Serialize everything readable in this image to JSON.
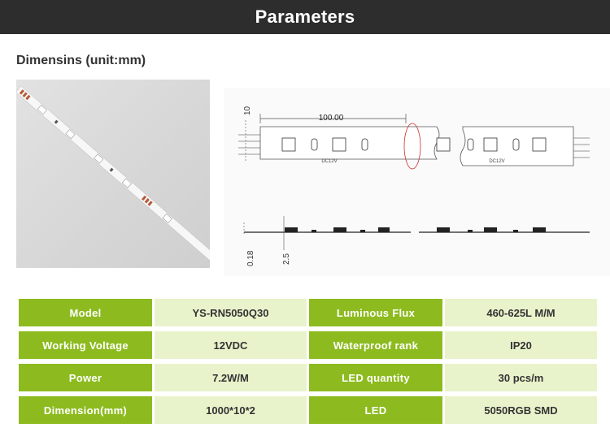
{
  "header": {
    "title": "Parameters"
  },
  "section": {
    "title": "Dimensins (unit:mm)"
  },
  "drawing": {
    "length_label": "100.00",
    "width_label": "10",
    "thickness_label": "0.18",
    "height_label": "2.5",
    "voltage_mark": "DC12V"
  },
  "colors": {
    "header_bg": "#2d2d2d",
    "key_cell": "#8dbb1f",
    "value_cell": "#e9f3cb"
  },
  "specs": [
    {
      "k1": "Model",
      "v1": "YS-RN5050Q30",
      "k2": "Luminous Flux",
      "v2": "460-625L M/M"
    },
    {
      "k1": "Working Voltage",
      "v1": "12VDC",
      "k2": "Waterproof rank",
      "v2": "IP20"
    },
    {
      "k1": "Power",
      "v1": "7.2W/M",
      "k2": "LED quantity",
      "v2": "30 pcs/m"
    },
    {
      "k1": "Dimension(mm)",
      "v1": "1000*10*2",
      "k2": "LED",
      "v2": "5050RGB SMD"
    }
  ]
}
